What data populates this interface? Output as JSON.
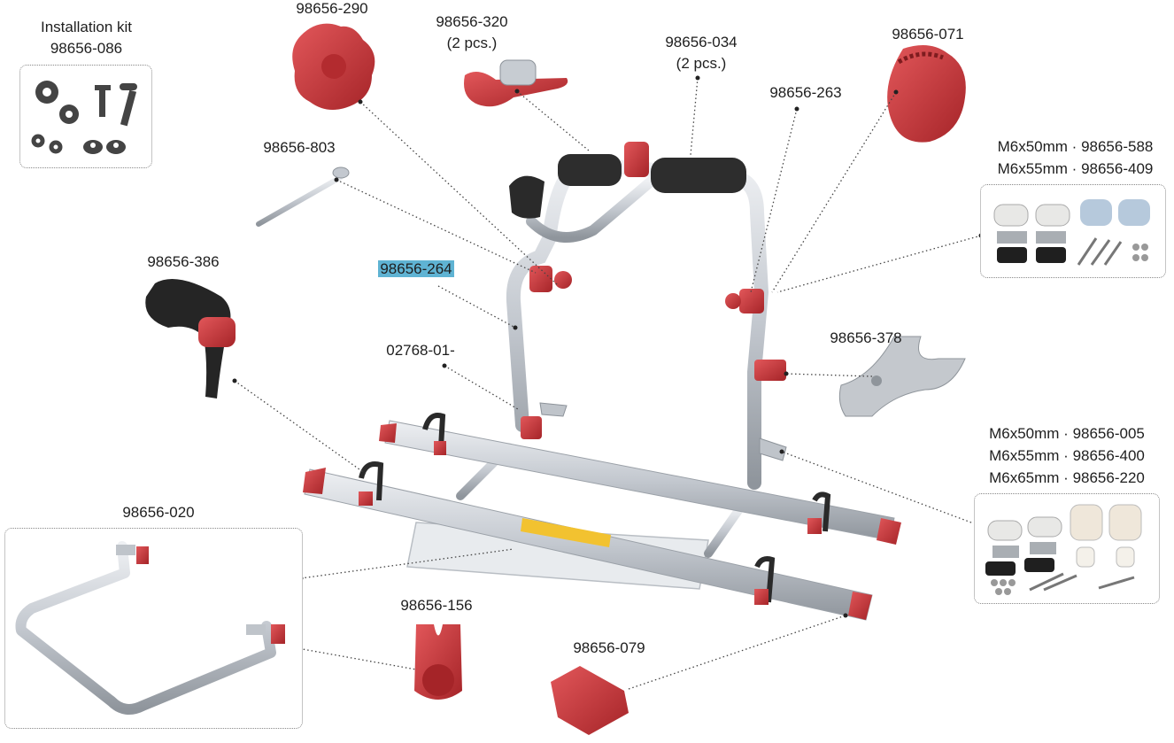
{
  "labels": {
    "installation_kit_title": "Installation kit",
    "installation_kit_code": "98656-086",
    "knob_290": "98656-290",
    "strap_320_code": "98656-320",
    "strap_320_qty": "(2 pcs.)",
    "foam_034_code": "98656-034",
    "foam_034_qty": "(2 pcs.)",
    "knob_071": "98656-071",
    "frame_263": "98656-263",
    "rod_803": "98656-803",
    "kit_588": "M6x50mm · 98656-588",
    "kit_409": "M6x55mm · 98656-409",
    "strap_386": "98656-386",
    "part_264": "98656-264",
    "part_02768": "02768-01-",
    "spacer_378": "98656-378",
    "kit_005": "M6x50mm · 98656-005",
    "kit_400": "M6x55mm · 98656-400",
    "kit_220": "M6x65mm · 98656-220",
    "frame_020": "98656-020",
    "holder_156": "98656-156",
    "cap_079": "98656-079"
  },
  "colors": {
    "part_red": "#c8363a",
    "aluminium": "#c9ced4",
    "foam": "#333333",
    "highlight": "#5fb3d3"
  }
}
